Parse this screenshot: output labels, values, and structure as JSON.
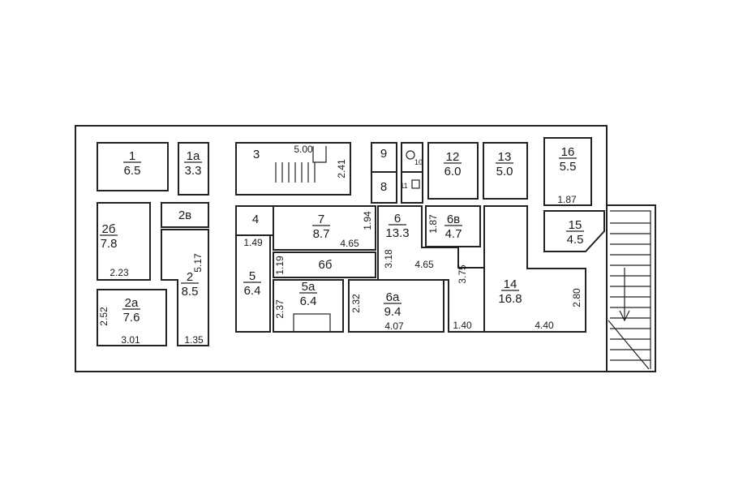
{
  "rooms": {
    "r1": {
      "num": "1",
      "area": "6.5"
    },
    "r1a": {
      "num": "1а",
      "area": "3.3"
    },
    "r2": {
      "num": "2",
      "area": "8.5"
    },
    "r2a": {
      "num": "2а",
      "area": "7.6"
    },
    "r2b": {
      "num": "2б",
      "area": "7.8"
    },
    "r2v": {
      "num": "2в"
    },
    "r3": {
      "num": "3"
    },
    "r4": {
      "num": "4"
    },
    "r5": {
      "num": "5",
      "area": "6.4"
    },
    "r5a": {
      "num": "5а",
      "area": "6.4"
    },
    "r6": {
      "num": "6",
      "area": "13.3"
    },
    "r6a": {
      "num": "6а",
      "area": "9.4"
    },
    "r6b": {
      "num": "6б"
    },
    "r6v": {
      "num": "6в",
      "area": "4.7"
    },
    "r7": {
      "num": "7",
      "area": "8.7"
    },
    "r8": {
      "num": "8"
    },
    "r9": {
      "num": "9"
    },
    "r10": {
      "num": "10"
    },
    "r11": {
      "num": "11"
    },
    "r12": {
      "num": "12",
      "area": "6.0"
    },
    "r13": {
      "num": "13",
      "area": "5.0"
    },
    "r14": {
      "num": "14",
      "area": "16.8"
    },
    "r15": {
      "num": "15",
      "area": "4.5"
    },
    "r16": {
      "num": "16",
      "area": "5.5"
    }
  },
  "dimensions": {
    "d_2b_w": "2.23",
    "d_2_h": "5.17",
    "d_2a_h": "2.52",
    "d_2a_w": "3.01",
    "d_2_w": "1.35",
    "d_3_w": "5.00",
    "d_3_h": "2.41",
    "d_4_w": "1.49",
    "d_7_w": "4.65",
    "d_7_h": "1.94",
    "d_6b_h": "1.19",
    "d_5a_h": "2.37",
    "d_6a_h": "2.32",
    "d_6a_w": "4.07",
    "d_6_h": "3.18",
    "d_6_w": "4.65",
    "d_6v_h": "1.87",
    "d_14_h1": "3.75",
    "d_14_w1": "1.40",
    "d_14_w2": "4.40",
    "d_14_h2": "2.80",
    "d_16_w": "1.87"
  }
}
